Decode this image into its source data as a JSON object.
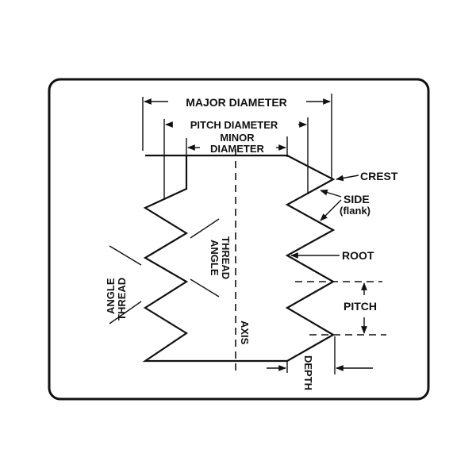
{
  "labels": {
    "major_diameter": "MAJOR DIAMETER",
    "pitch_diameter": "PITCH DIAMETER",
    "minor_line1": "MINOR",
    "minor_line2": "DIAMETER",
    "crest": "CREST",
    "side": "SIDE",
    "flank": "(flank)",
    "root": "ROOT",
    "pitch": "PITCH",
    "depth": "DEPTH",
    "axis": "AXIS",
    "thread_angle_right_1": "THREAD",
    "thread_angle_right_2": "ANGLE",
    "thread_angle_left_1": "THREAD",
    "thread_angle_left_2": "ANGLE"
  },
  "colors": {
    "ink": "#111111",
    "background": "#ffffff"
  }
}
